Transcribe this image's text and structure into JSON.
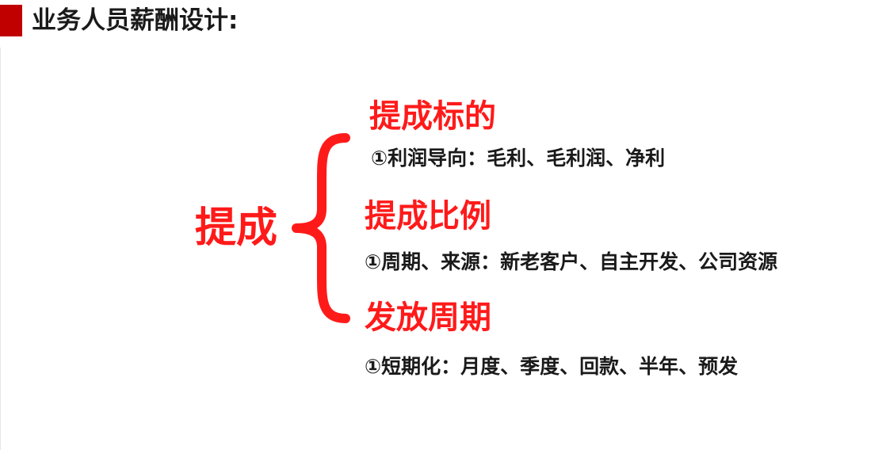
{
  "header": {
    "title": "业务人员薪酬设计:"
  },
  "main": {
    "term": "提成",
    "sections": [
      {
        "heading": "提成标的",
        "detail": "①利润导向：毛利、毛利润、净利"
      },
      {
        "heading": "提成比例",
        "detail": "①周期、来源：新老客户、自主开发、公司资源"
      },
      {
        "heading": "发放周期",
        "detail": "①短期化：月度、季度、回款、半年、预发"
      }
    ]
  },
  "colors": {
    "accent": "#ff1a1a",
    "marker": "#c00000",
    "text": "#1a1a1a"
  },
  "icons": {
    "brace": "curly-brace-icon"
  }
}
